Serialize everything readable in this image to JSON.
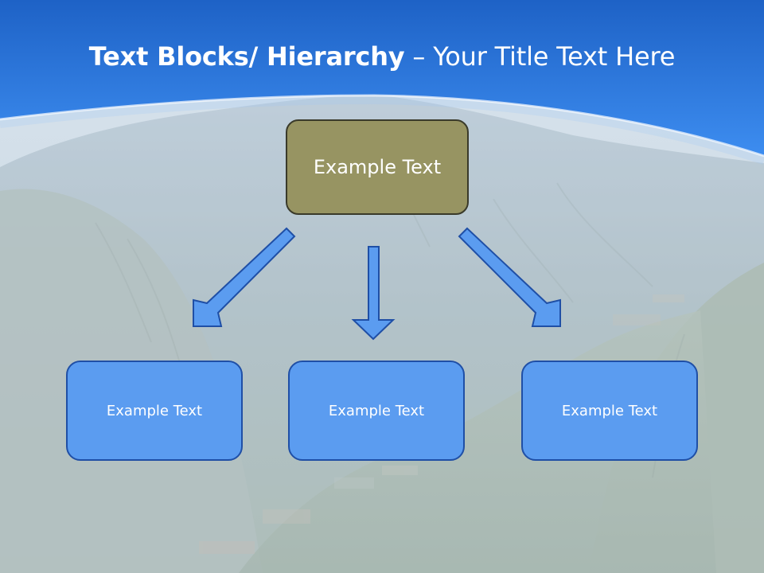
{
  "slide": {
    "title_bold": "Text Blocks/ Hierarchy",
    "title_dash": " – ",
    "title_rest": "Your Title Text Here"
  },
  "hierarchy": {
    "top": {
      "label": "Example Text"
    },
    "children": [
      {
        "label": "Example Text"
      },
      {
        "label": "Example Text"
      },
      {
        "label": "Example Text"
      }
    ]
  },
  "colors": {
    "header_blue": "#2c7be5",
    "top_box_fill": "#979462",
    "child_box_fill": "#5b9cf0",
    "child_box_border": "#1f4fa6",
    "arrow_fill": "#5b9cf0"
  },
  "icons": {
    "arrows": [
      "arrow-down-left-icon",
      "arrow-down-icon",
      "arrow-down-right-icon"
    ]
  }
}
